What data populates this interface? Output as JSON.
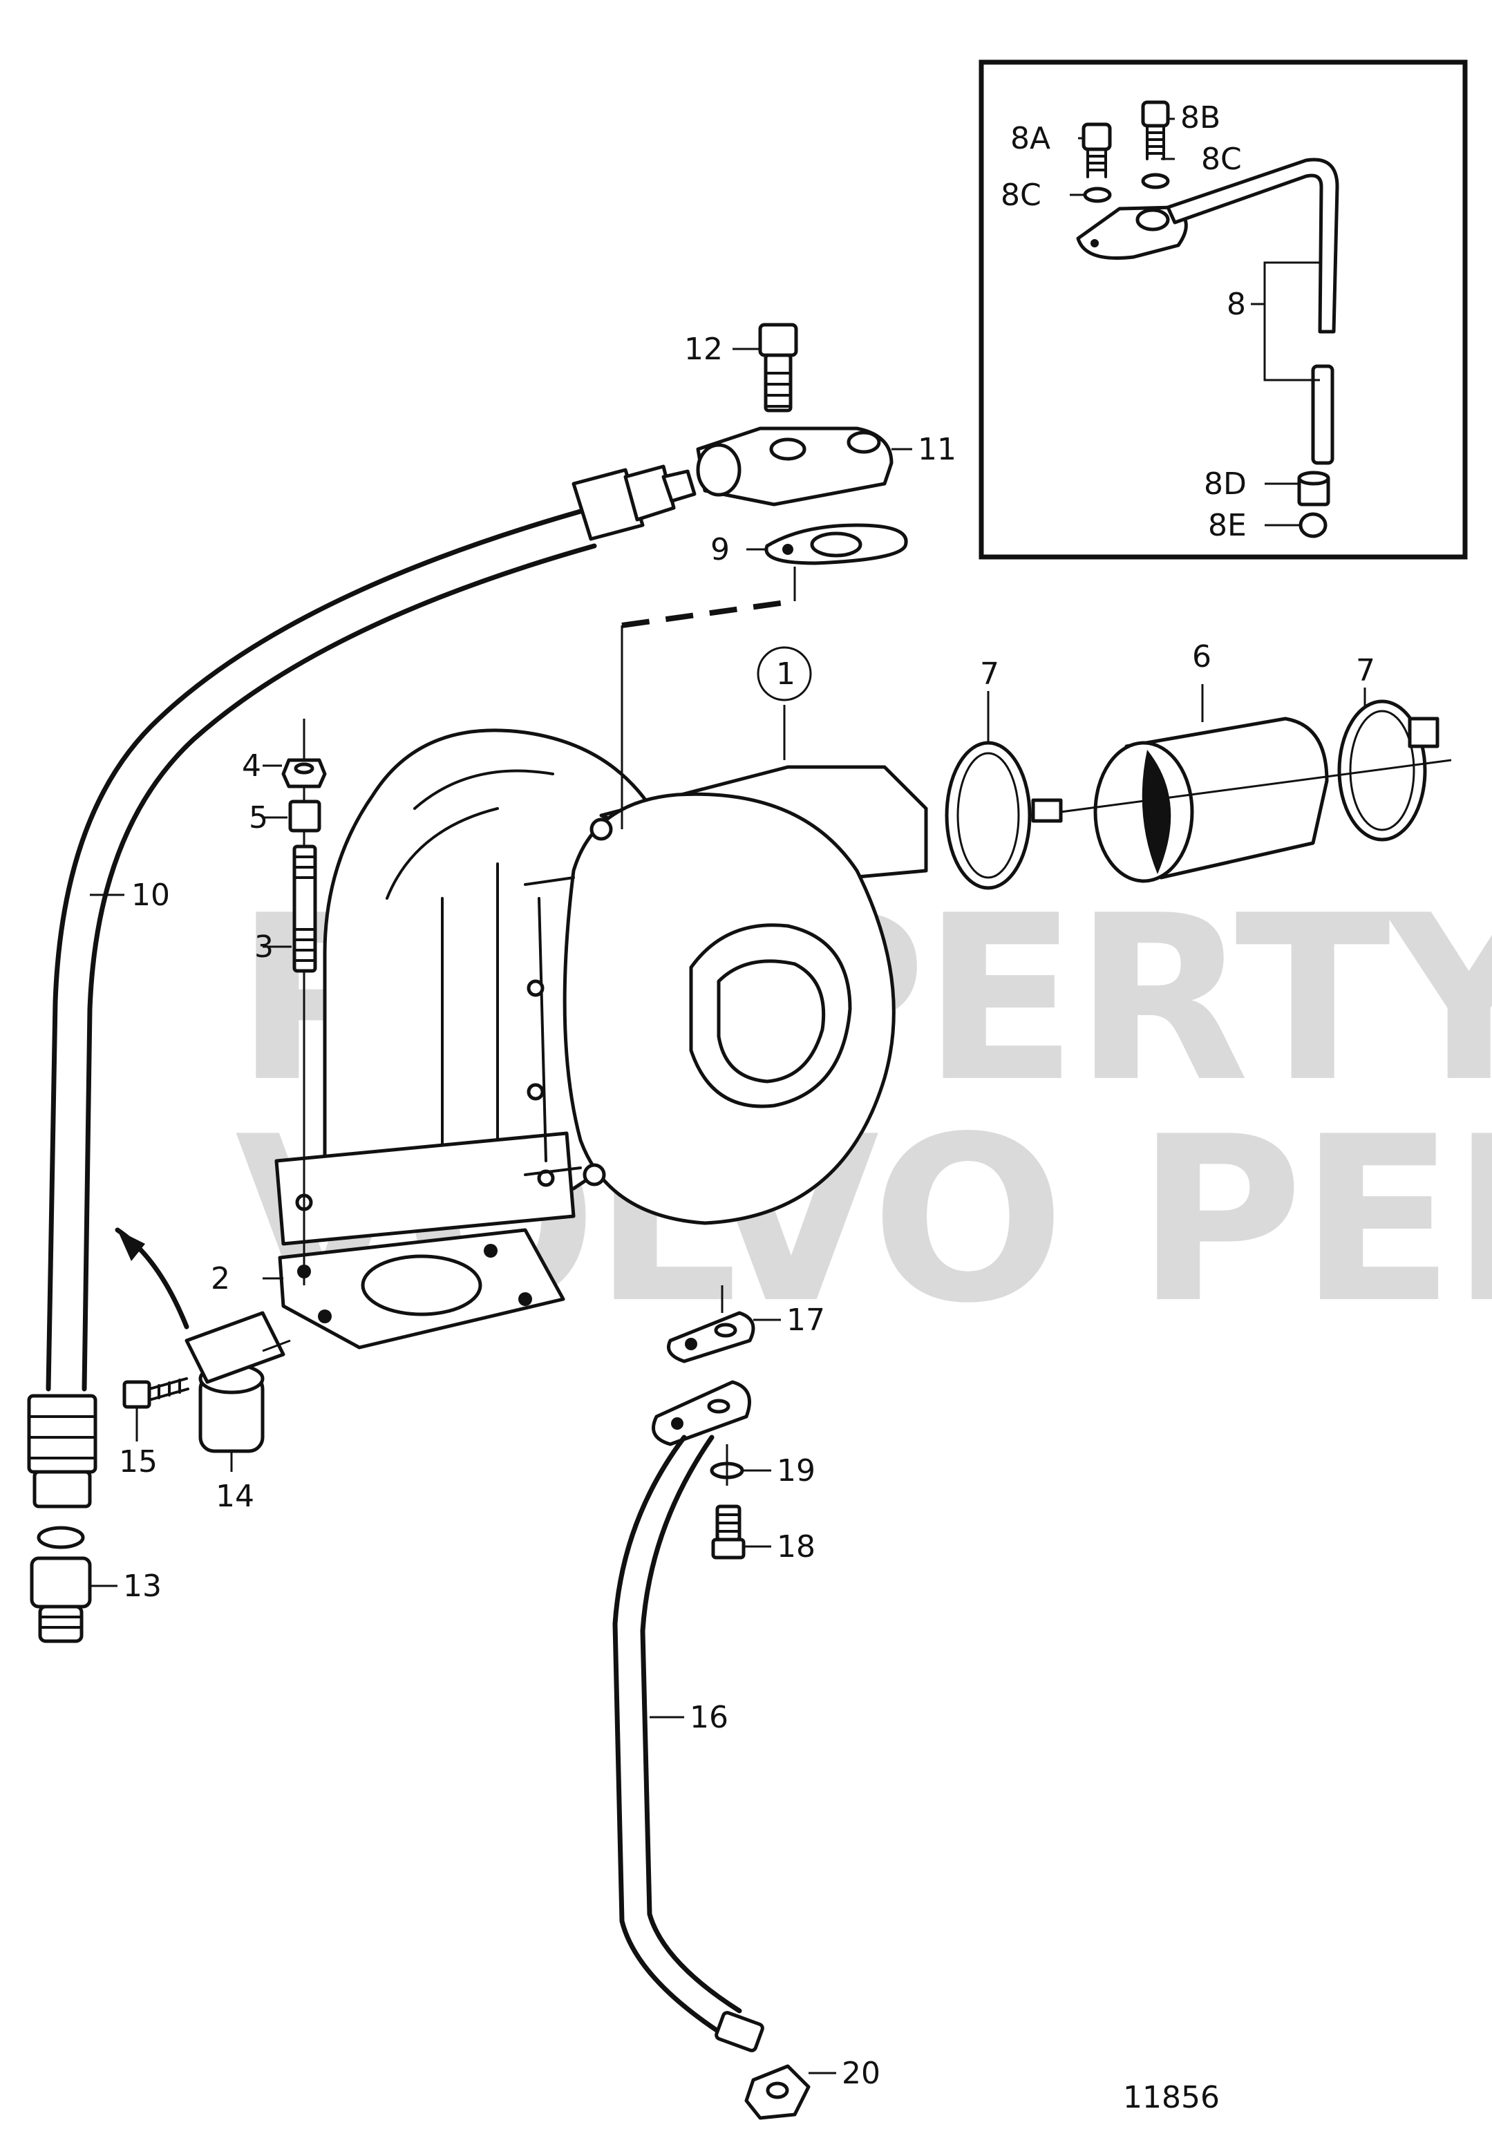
{
  "diagram": {
    "drawing_number": "11856",
    "watermark": {
      "line1": "PROPERTY OF",
      "line2": "VOLVO PENTA"
    },
    "labels": {
      "p1": "1",
      "p2": "2",
      "p3": "3",
      "p4": "4",
      "p5": "5",
      "p6": "6",
      "p7a": "7",
      "p7b": "7",
      "p8": "8",
      "p8A": "8A",
      "p8B": "8B",
      "p8C_1": "8C",
      "p8C_2": "8C",
      "p8D": "8D",
      "p8E": "8E",
      "p9": "9",
      "p10": "10",
      "p11": "11",
      "p12": "12",
      "p13": "13",
      "p14": "14",
      "p15": "15",
      "p16": "16",
      "p17": "17",
      "p18": "18",
      "p19": "19",
      "p20": "20"
    }
  }
}
